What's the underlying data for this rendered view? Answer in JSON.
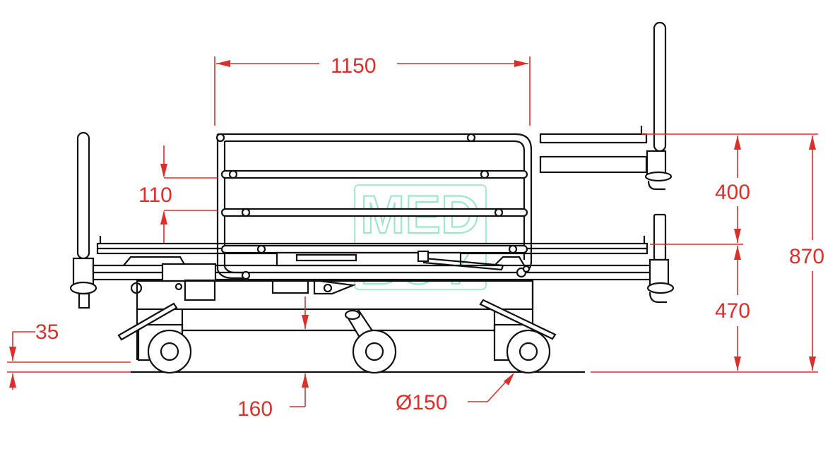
{
  "dimensions": {
    "length_label": "1150",
    "rail_gap_label": "110",
    "upper_height_label": "400",
    "lower_height_label": "470",
    "total_height_label": "870",
    "wheel_offset_label": "35",
    "clearance_label": "160",
    "wheel_diameter_label": "Ø150"
  },
  "watermark": {
    "line1": "MED",
    "line2": "BUY"
  },
  "colors": {
    "dimension": "#d9302c",
    "drawing": "#111111",
    "watermark": "#4fd39a"
  }
}
